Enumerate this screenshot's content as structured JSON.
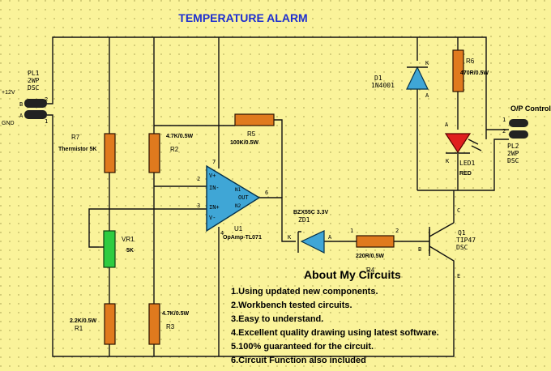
{
  "title": "TEMPERATURE ALARM",
  "colors": {
    "background": "#FAF39A",
    "title": "#1E2FD0",
    "resistor": "#E07A1E",
    "opamp": "#3FA6D6",
    "diode": "#3FA6D6",
    "led": "#E01E1E",
    "pot": "#2ECC40"
  },
  "labels": {
    "supply_pos": "+12V",
    "supply_gnd": "GND",
    "pl1_ref": "PL1",
    "pl1_type1": "2WP",
    "pl1_type2": "DSC",
    "pl2_title": "O/P Control",
    "pl2_ref": "PL2",
    "pl2_type1": "2WP",
    "pl2_type2": "DSC",
    "r7_ref": "R7",
    "r7_val": "Thermistor 5K",
    "r2_ref": "R2",
    "r2_val": "4.7K/0.5W",
    "r5_ref": "R5",
    "r5_val": "100K/0.5W",
    "r1_ref": "R1",
    "r1_val": "2.2K/0.5W",
    "r3_ref": "R3",
    "r3_val": "4.7K/0.5W",
    "r4_ref": "R4",
    "r4_val": "220R/0.5W",
    "r6_ref": "R6",
    "r6_val": "470R/0.5W",
    "vr1_ref": "VR1",
    "vr1_val": "5K",
    "u1_ref": "U1",
    "u1_val": "OpAmp-TL071",
    "zd1_ref": "ZD1",
    "zd1_val": "BZX55C 3.3V",
    "d1_ref": "D1",
    "d1_val": "1N4001",
    "led1_ref": "LED1",
    "led1_val": "RED",
    "q1_ref": "Q1",
    "q1_val1": "TIP47",
    "q1_val2": "DSC",
    "opamp_vplus": "V+",
    "opamp_inminus": "IN-",
    "opamp_inplus": "IN+",
    "opamp_vminus": "V-",
    "opamp_n1": "N1",
    "opamp_out": "OUT",
    "opamp_n2": "N2",
    "pin_1": "1",
    "pin_2": "2",
    "pin_3": "3",
    "pin_4": "4",
    "pin_6": "6",
    "pin_7": "7",
    "pin_a": "A",
    "pin_b": "B",
    "pin_c": "C",
    "pin_e": "E",
    "pin_k": "K"
  },
  "about": {
    "title": "About My Circuits",
    "items": [
      "1.Using updated new components.",
      "2.Workbench tested circuits.",
      "3.Easy to understand.",
      "4.Excellent quality drawing using latest software.",
      "5.100% guaranteed for the circuit.",
      "6.Circuit Function also included"
    ]
  }
}
